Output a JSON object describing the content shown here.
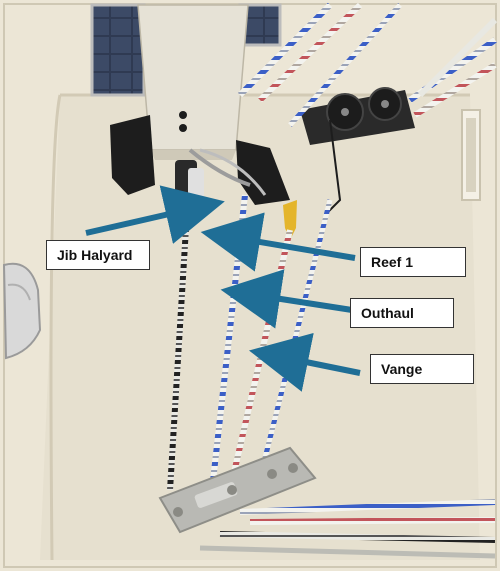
{
  "labels": {
    "jib_halyard": "Jib Halyard",
    "reef_1": "Reef 1",
    "outhaul": "Outhaul",
    "vange": "Vange"
  },
  "colors": {
    "arrow": "#1f6e96",
    "deck": "#ece6d6",
    "deck_shadow": "#d9d2bf",
    "mast": "#e6e2d6",
    "black_fitting": "#1d1d1d",
    "line_blue": "#3b5fc7",
    "line_red": "#c2555b",
    "line_black": "#222222",
    "clutch": "#b9b9b4"
  },
  "icons": [
    "arrow-icon"
  ]
}
